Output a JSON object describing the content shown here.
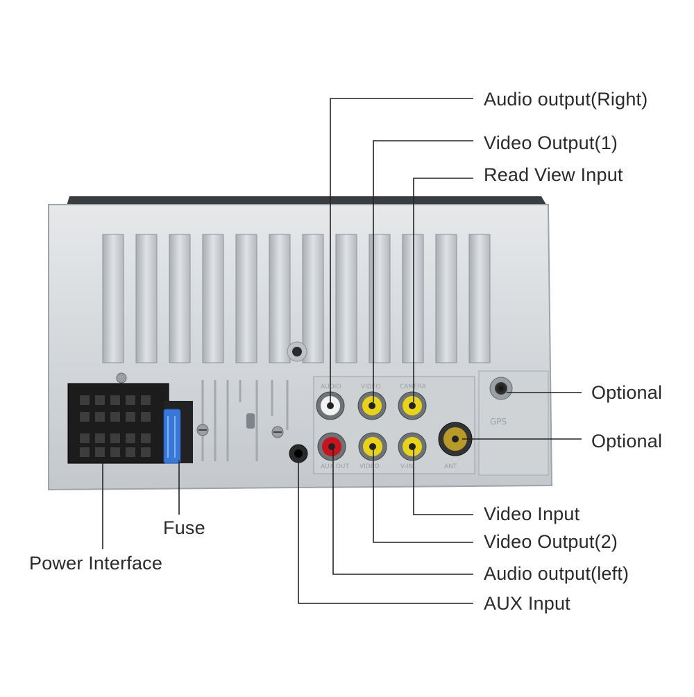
{
  "callouts": {
    "audio_output_right": "Audio output(Right)",
    "video_output_1": "Video Output(1)",
    "read_view_input": "Read View Input",
    "optional_top": "Optional",
    "optional_bottom": "Optional",
    "video_input": "Video Input",
    "video_output_2": "Video Output(2)",
    "audio_output_left": "Audio output(left)",
    "aux_input": "AUX Input",
    "fuse": "Fuse",
    "power_interface": "Power Interface"
  },
  "colors": {
    "chassis": "#d3d6d9",
    "rca_white": "#f2f2f2",
    "rca_red": "#c8141e",
    "rca_yellow": "#e8d21a",
    "fuse_blue": "#3a78d8",
    "leader_line": "#222222"
  }
}
